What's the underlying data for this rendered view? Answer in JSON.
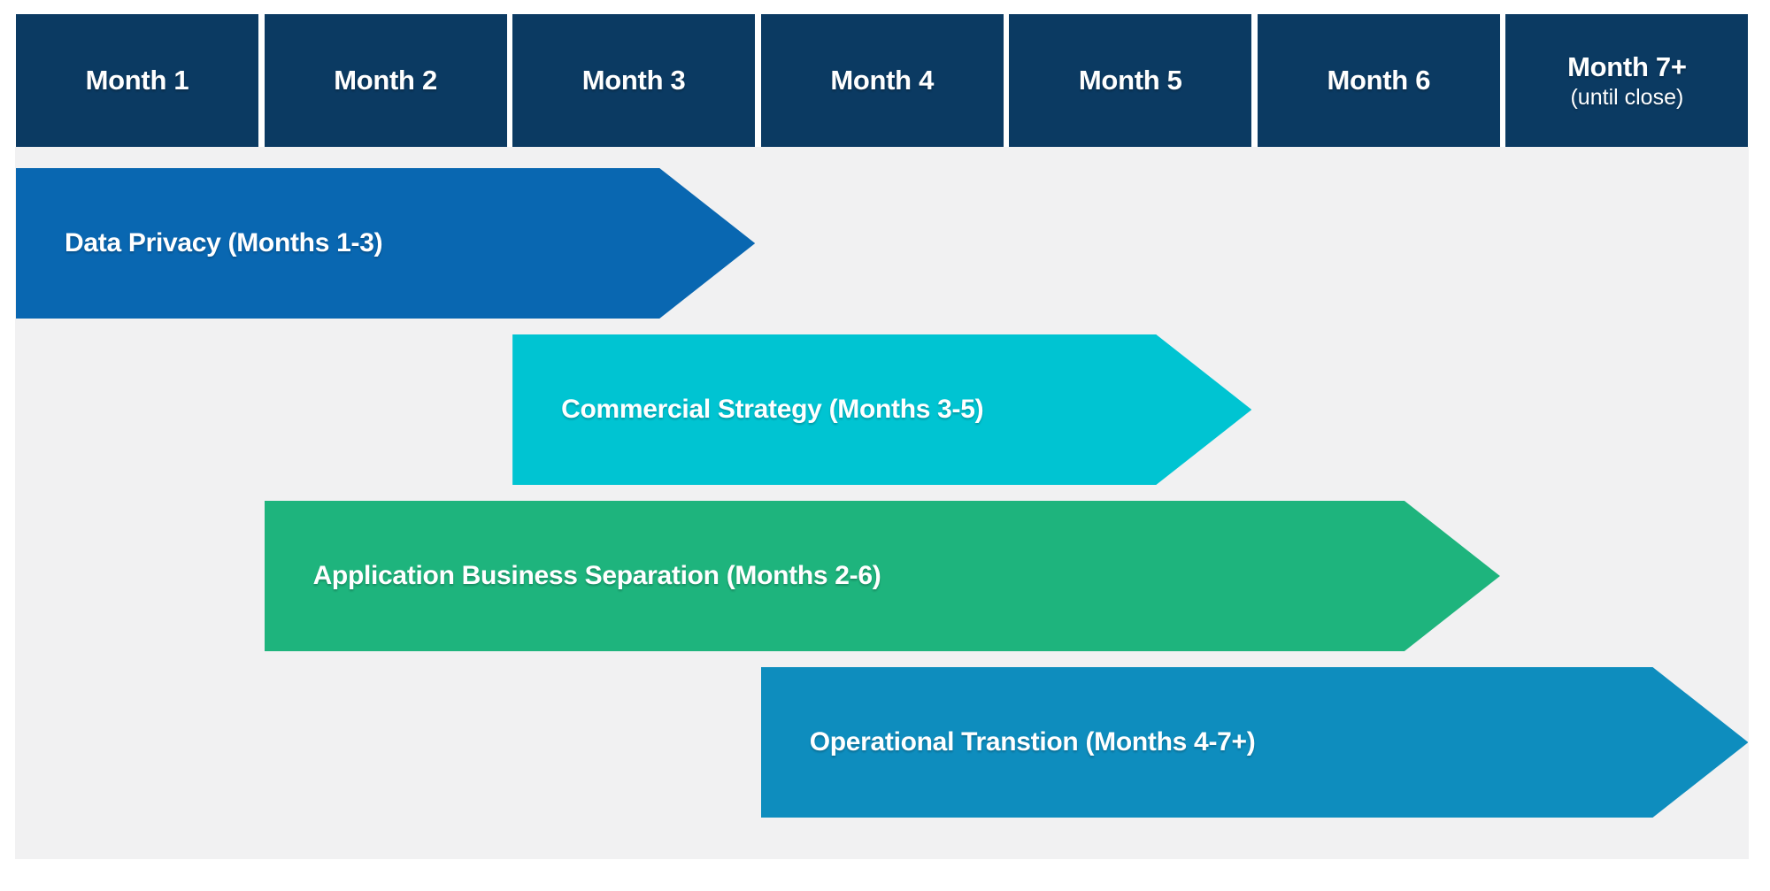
{
  "colors": {
    "page_bg": "#FFFFFF",
    "panel_bg": "#F1F1F2",
    "header_bg": "#0B3A62",
    "label_text": "#FFFFFF"
  },
  "header": {
    "months": [
      {
        "label": "Month 1"
      },
      {
        "label": "Month 2"
      },
      {
        "label": "Month 3"
      },
      {
        "label": "Month 4"
      },
      {
        "label": "Month 5"
      },
      {
        "label": "Month 6"
      },
      {
        "label": "Month 7+",
        "sublabel": "(until close)"
      }
    ]
  },
  "chart_data": {
    "type": "bar",
    "subtype": "gantt-timeline-arrows",
    "title": "",
    "xlabel": "",
    "ylabel": "",
    "x_axis": {
      "unit": "month",
      "categories": [
        "Month 1",
        "Month 2",
        "Month 3",
        "Month 4",
        "Month 5",
        "Month 6",
        "Month 7+ (until close)"
      ],
      "range": [
        1,
        7
      ]
    },
    "grid": "off",
    "legend": "none",
    "series": [
      {
        "name": "data-privacy",
        "label": "Data Privacy (Months 1-3)",
        "start_month": 1,
        "end_month": 3,
        "color": "#0967B1"
      },
      {
        "name": "commercial-strategy",
        "label": "Commercial Strategy (Months 3-5)",
        "start_month": 3,
        "end_month": 5,
        "color": "#00C4D2"
      },
      {
        "name": "application-business-separation",
        "label": "Application Business Separation (Months 2-6)",
        "start_month": 2,
        "end_month": 6,
        "color": "#1EB47D"
      },
      {
        "name": "operational-transtion",
        "label": "Operational Transtion (Months 4-7+)",
        "start_month": 4,
        "end_month": 7,
        "color": "#0E8DBE"
      }
    ]
  }
}
